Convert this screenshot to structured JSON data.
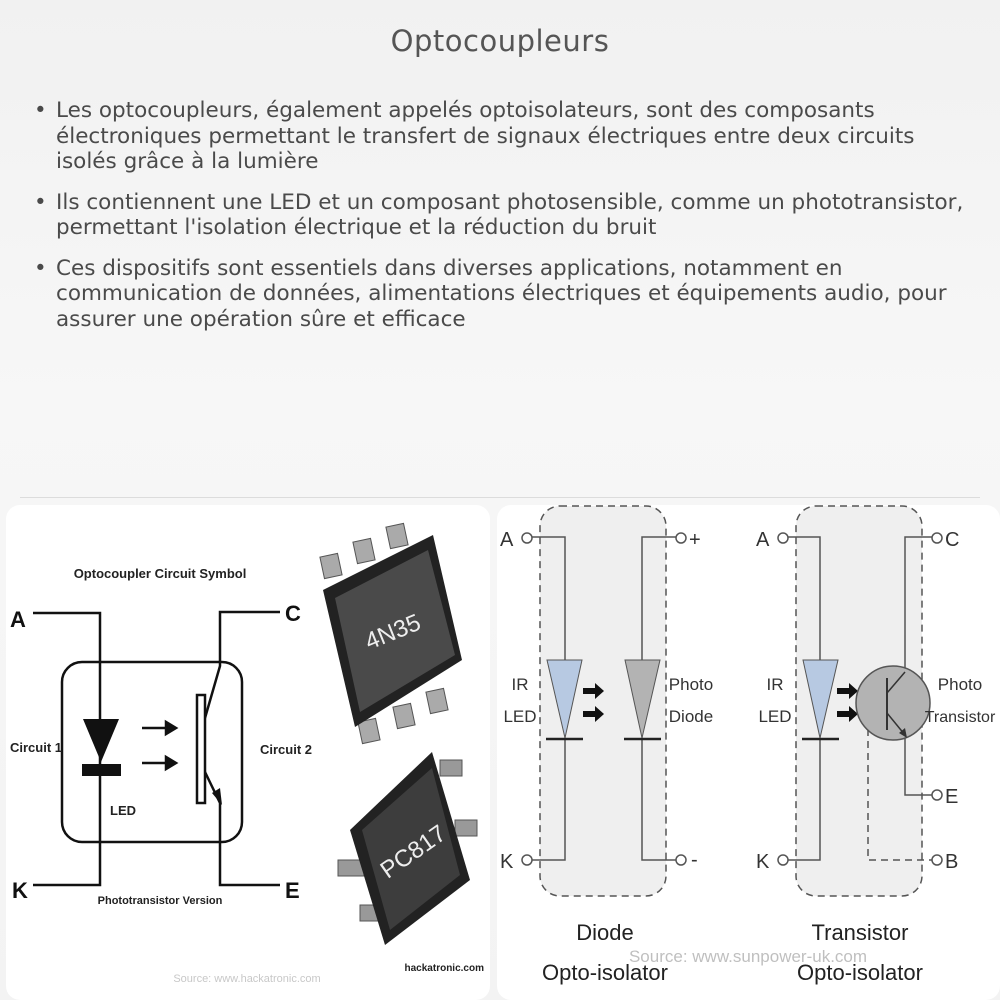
{
  "title": "Optocoupleurs",
  "bullets": [
    "Les optocoupleurs, également appelés optoisolateurs, sont des composants électroniques permettant le transfert de signaux électriques entre deux circuits isolés grâce à la lumière",
    "Ils contiennent une LED et un composant photosensible, comme un phototransistor, permettant l'isolation électrique et la réduction du bruit",
    "Ces dispositifs sont essentiels dans diverses applications, notamment en communication de données, alimentations électriques et équipements audio, pour assurer une opération sûre et efficace"
  ],
  "bullet_marker": "•",
  "left_image": {
    "heading": "Optocoupler Circuit Symbol",
    "pins": {
      "a": "A",
      "k": "K",
      "c": "C",
      "e": "E"
    },
    "circuit1": "Circuit 1",
    "circuit2": "Circuit 2",
    "led": "LED",
    "caption": "Phototransistor Version",
    "chip1": "4N35",
    "chip2": "PC817",
    "watermark": "hackatronic.com",
    "source": "Source: www.hackatronic.com"
  },
  "right_image": {
    "diode": {
      "pin_a": "A",
      "pin_k": "K",
      "pin_plus": "+",
      "pin_minus": "-",
      "led_line1": "IR",
      "led_line2": "LED",
      "sensor_line1": "Photo",
      "sensor_line2": "Diode",
      "caption_line1": "Diode",
      "caption_line2": "Opto-isolator"
    },
    "transistor": {
      "pin_a": "A",
      "pin_k": "K",
      "pin_c": "C",
      "pin_e": "E",
      "pin_b": "B",
      "led_line1": "IR",
      "led_line2": "LED",
      "sensor_line1": "Photo",
      "sensor_line2": "Transistor",
      "caption_line1": "Transistor",
      "caption_line2": "Opto-isolator"
    },
    "source": "Source: www.sunpower-uk.com"
  },
  "colors": {
    "led_fill": "#b7c9e2",
    "sensor_fill": "#b3b3b3",
    "text": "#4a4a4a"
  }
}
